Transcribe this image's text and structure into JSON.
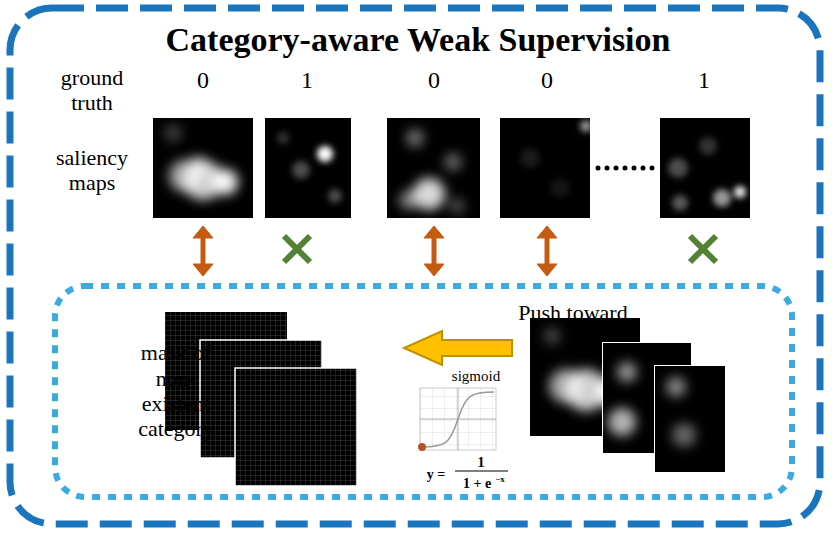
{
  "diagram": {
    "title": "Category-aware Weak Supervision",
    "nodes": [
      {
        "text": [
          "mask of non-existent category"
        ]
      }
    ],
    "labels": [
      "ground truth",
      "0",
      "1",
      "0",
      "0",
      "1",
      "saliency maps",
      "Push toward",
      "sigmoid",
      "y =",
      "1",
      "1 + e",
      "−x"
    ]
  }
}
